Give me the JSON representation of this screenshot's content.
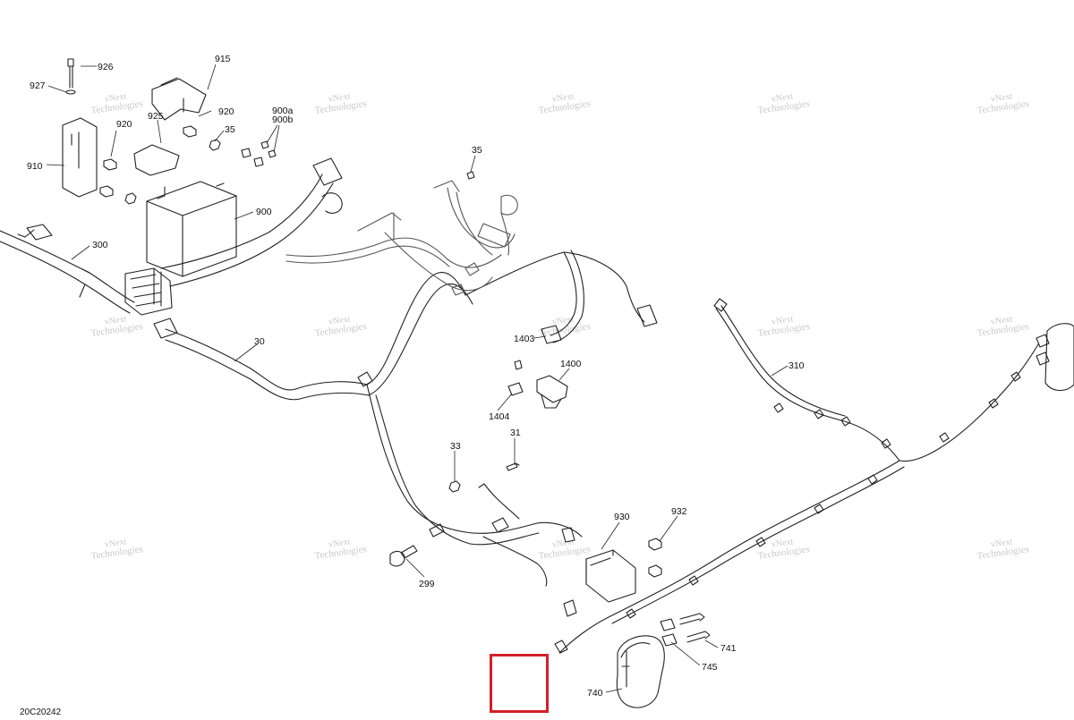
{
  "diagram": {
    "callouts": {
      "c926": "926",
      "c927": "927",
      "c915": "915",
      "c920a": "920",
      "c920b": "920",
      "c925": "925",
      "c910": "910",
      "c35a": "35",
      "c900a": "900a",
      "c900b": "900b",
      "c900": "900",
      "c300": "300",
      "c35b": "35",
      "c30": "30",
      "c1403": "1403",
      "c1400": "1400",
      "c1404": "1404",
      "c310": "310",
      "c33": "33",
      "c31": "31",
      "c930": "930",
      "c932": "932",
      "c299": "299",
      "c741": "741",
      "c745": "745",
      "c740": "740"
    },
    "footer_code": "20C20242",
    "highlight_color": "#d61f2b"
  },
  "watermark": {
    "line1": "vNext",
    "line2": "Technologies"
  }
}
